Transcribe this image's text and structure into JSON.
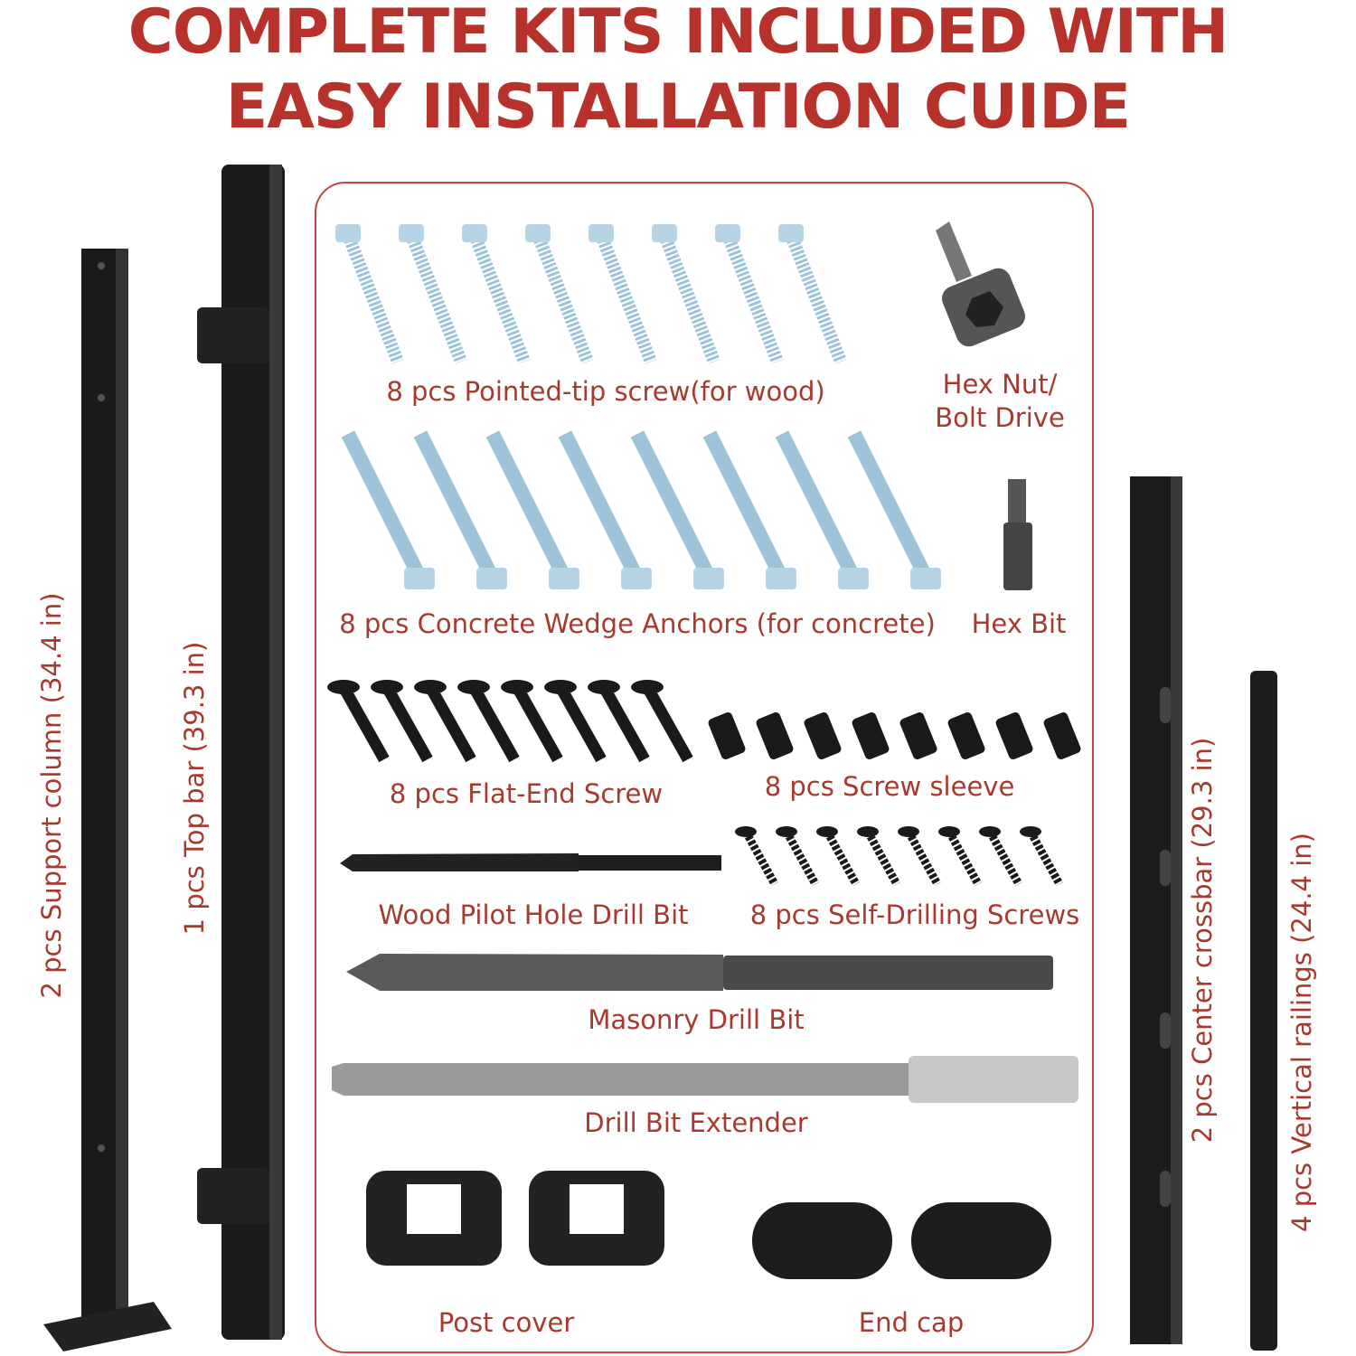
{
  "title": {
    "line1": "COMPLETE KITS INCLUDED WITH",
    "line2": "EASY INSTALLATION CUIDE"
  },
  "colors": {
    "title": "#b8322c",
    "label": "#a8392e",
    "metal": "#9cc3d8",
    "black": "#1a1a1a"
  },
  "parts": {
    "support_column": "2 pcs Support column (34.4 in)",
    "top_bar": "1 pcs Top bar (39.3 in)",
    "center_crossbar": "2 pcs Center crossbar (29.3 in)",
    "vertical_railings": "4 pcs Vertical railings (24.4 in)",
    "pointed_screw": "8 pcs Pointed-tip screw(for wood)",
    "hex_nut_1": "Hex Nut/",
    "hex_nut_2": "Bolt Drive",
    "wedge_anchors": "8 pcs Concrete Wedge Anchors (for concrete)",
    "hex_bit": "Hex Bit",
    "flat_end_screw": "8 pcs Flat-End Screw",
    "screw_sleeve": "8 pcs Screw sleeve",
    "wood_drill": "Wood Pilot Hole Drill Bit",
    "self_drilling": "8 pcs Self-Drilling Screws",
    "masonry_drill": "Masonry Drill Bit",
    "extender": "Drill Bit Extender",
    "post_cover": "Post cover",
    "end_cap": "End cap"
  }
}
